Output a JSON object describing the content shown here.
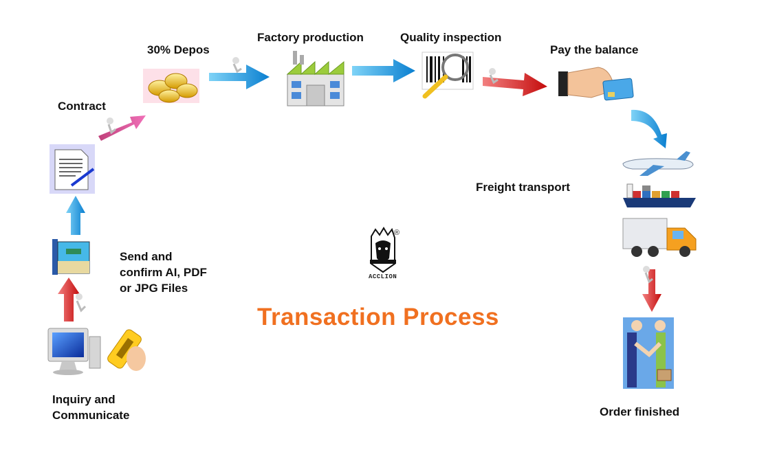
{
  "title": "Transaction Process",
  "brand": {
    "name": "ACCLION",
    "mark": "®"
  },
  "steps": {
    "inquiry": "Inquiry  and\nCommunicate",
    "send_files": "Send and\nconfirm AI, PDF\nor JPG Files",
    "contract": "Contract",
    "deposit": "30% Depos",
    "factory": "Factory production",
    "quality": "Quality inspection",
    "balance": "Pay the balance",
    "freight": "Freight transport",
    "finished": "Order finished"
  },
  "icons": [
    "computer-monitor-icon",
    "phone-icon",
    "image-files-icon",
    "contract-document-icon",
    "gold-coins-icon",
    "factory-icon",
    "barcode-magnifier-icon",
    "credit-card-hand-icon",
    "airplane-icon",
    "cargo-ship-icon",
    "delivery-truck-icon",
    "handshake-icon",
    "lion-logo-icon"
  ],
  "colors": {
    "title": "#f07020",
    "arrow_red": "#d01818",
    "arrow_blue": "#1e9be0",
    "arrow_pink": "#e0509a"
  }
}
